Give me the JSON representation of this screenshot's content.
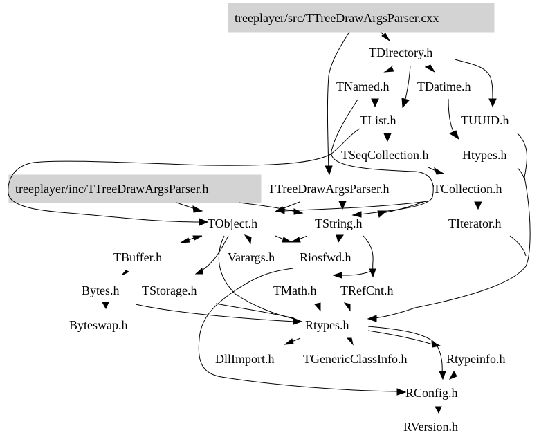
{
  "diagram": {
    "type": "include-dependency-graph",
    "nodes": [
      {
        "id": "cxx",
        "label": "treeplayer/src/TTreeDrawArgsParser.cxx",
        "highlighted": true
      },
      {
        "id": "TDirectory",
        "label": "TDirectory.h"
      },
      {
        "id": "TNamed",
        "label": "TNamed.h"
      },
      {
        "id": "TDatime",
        "label": "TDatime.h"
      },
      {
        "id": "TList",
        "label": "TList.h"
      },
      {
        "id": "TUUID",
        "label": "TUUID.h"
      },
      {
        "id": "TSeqCollection",
        "label": "TSeqCollection.h"
      },
      {
        "id": "Htypes",
        "label": "Htypes.h"
      },
      {
        "id": "incH",
        "label": "treeplayer/inc/TTreeDrawArgsParser.h",
        "highlighted": true
      },
      {
        "id": "TTreeDrawArgsParser",
        "label": "TTreeDrawArgsParser.h"
      },
      {
        "id": "TCollection",
        "label": "TCollection.h"
      },
      {
        "id": "TObject",
        "label": "TObject.h"
      },
      {
        "id": "TString",
        "label": "TString.h"
      },
      {
        "id": "TIterator",
        "label": "TIterator.h"
      },
      {
        "id": "TBuffer",
        "label": "TBuffer.h"
      },
      {
        "id": "Varargs",
        "label": "Varargs.h"
      },
      {
        "id": "Riosfwd",
        "label": "Riosfwd.h"
      },
      {
        "id": "Bytes",
        "label": "Bytes.h"
      },
      {
        "id": "TStorage",
        "label": "TStorage.h"
      },
      {
        "id": "TMath",
        "label": "TMath.h"
      },
      {
        "id": "TRefCnt",
        "label": "TRefCnt.h"
      },
      {
        "id": "Byteswap",
        "label": "Byteswap.h"
      },
      {
        "id": "Rtypes",
        "label": "Rtypes.h"
      },
      {
        "id": "DllImport",
        "label": "DllImport.h"
      },
      {
        "id": "TGenericClassInfo",
        "label": "TGenericClassInfo.h"
      },
      {
        "id": "Rtypeinfo",
        "label": "Rtypeinfo.h"
      },
      {
        "id": "RConfig",
        "label": "RConfig.h"
      },
      {
        "id": "RVersion",
        "label": "RVersion.h"
      }
    ],
    "edges": [
      [
        "cxx",
        "TDirectory"
      ],
      [
        "cxx",
        "TTreeDrawArgsParser"
      ],
      [
        "TDirectory",
        "TNamed"
      ],
      [
        "TDirectory",
        "TDatime"
      ],
      [
        "TDirectory",
        "TList"
      ],
      [
        "TDirectory",
        "TUUID"
      ],
      [
        "TNamed",
        "TList"
      ],
      [
        "TNamed",
        "TObject"
      ],
      [
        "TNamed",
        "TString"
      ],
      [
        "TDatime",
        "Htypes"
      ],
      [
        "TList",
        "TSeqCollection"
      ],
      [
        "TList",
        "TObject"
      ],
      [
        "TSeqCollection",
        "TCollection"
      ],
      [
        "TUUID",
        "Rtypes"
      ],
      [
        "Htypes",
        "Rtypes"
      ],
      [
        "incH",
        "TObject"
      ],
      [
        "incH",
        "TString"
      ],
      [
        "TTreeDrawArgsParser",
        "TObject"
      ],
      [
        "TTreeDrawArgsParser",
        "TString"
      ],
      [
        "TCollection",
        "TObject"
      ],
      [
        "TCollection",
        "TString"
      ],
      [
        "TCollection",
        "TIterator"
      ],
      [
        "TIterator",
        "Rtypes"
      ],
      [
        "TObject",
        "TBuffer"
      ],
      [
        "TObject",
        "Varargs"
      ],
      [
        "TObject",
        "Riosfwd"
      ],
      [
        "TObject",
        "TStorage"
      ],
      [
        "TObject",
        "Rtypes"
      ],
      [
        "TString",
        "Riosfwd"
      ],
      [
        "TString",
        "Varargs"
      ],
      [
        "TString",
        "TRefCnt"
      ],
      [
        "TString",
        "TMath"
      ],
      [
        "TBuffer",
        "TObject"
      ],
      [
        "TBuffer",
        "Bytes"
      ],
      [
        "Bytes",
        "Byteswap"
      ],
      [
        "Bytes",
        "Rtypes"
      ],
      [
        "TStorage",
        "Rtypes"
      ],
      [
        "TMath",
        "Rtypes"
      ],
      [
        "TRefCnt",
        "Rtypes"
      ],
      [
        "Riosfwd",
        "RConfig"
      ],
      [
        "Rtypes",
        "DllImport"
      ],
      [
        "Rtypes",
        "TGenericClassInfo"
      ],
      [
        "Rtypes",
        "Rtypeinfo"
      ],
      [
        "Rtypes",
        "RConfig"
      ],
      [
        "Rtypeinfo",
        "RConfig"
      ],
      [
        "RConfig",
        "RVersion"
      ]
    ]
  }
}
